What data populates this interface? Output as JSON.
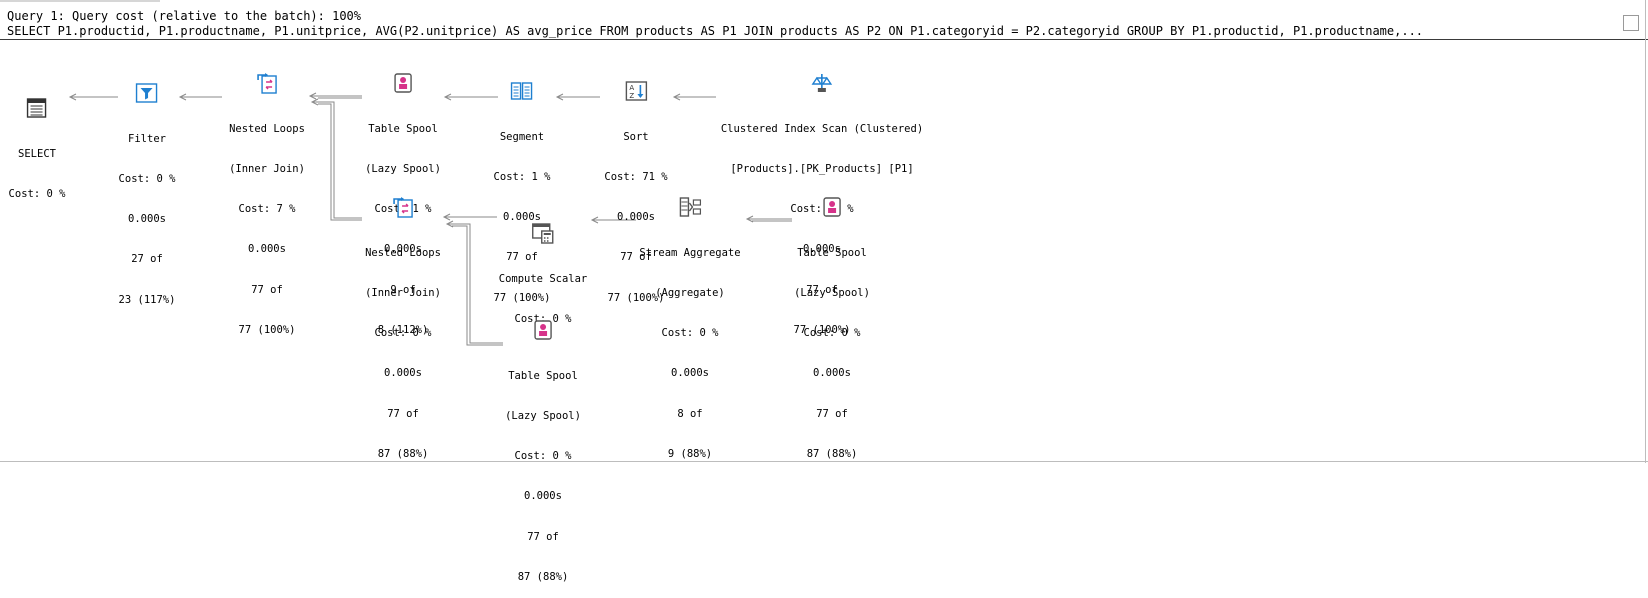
{
  "header": {
    "query_title": "Query 1: Query cost (relative to the batch): 100%",
    "sql_text": "SELECT P1.productid, P1.productname, P1.unitprice, AVG(P2.unitprice) AS avg_price FROM products AS P1 JOIN products AS P2 ON P1.categoryid = P2.categoryid GROUP BY P1.productid, P1.productname,..."
  },
  "nodes": {
    "select": {
      "icon": "select-icon",
      "line1": "SELECT",
      "cost": "Cost: 0 %"
    },
    "filter": {
      "icon": "filter-funnel-icon",
      "line1": "Filter",
      "cost": "Cost: 0 %",
      "time": "0.000s",
      "rows": "27 of",
      "est": "23 (117%)"
    },
    "nested_loops_1": {
      "icon": "nested-loops-icon",
      "line1": "Nested Loops",
      "line2": "(Inner Join)",
      "cost": "Cost: 7 %",
      "time": "0.000s",
      "rows": "77 of",
      "est": "77 (100%)"
    },
    "table_spool_1": {
      "icon": "table-spool-icon",
      "line1": "Table Spool",
      "line2": "(Lazy Spool)",
      "cost": "Cost: 1 %",
      "time": "0.000s",
      "rows": "9 of",
      "est": "8 (112%)"
    },
    "segment": {
      "icon": "segment-icon",
      "line1": "Segment",
      "cost": "Cost: 1 %",
      "time": "0.000s",
      "rows": "77 of",
      "est": "77 (100%)"
    },
    "sort": {
      "icon": "sort-az-icon",
      "line1": "Sort",
      "cost": "Cost: 71 %",
      "time": "0.000s",
      "rows": "77 of",
      "est": "77 (100%)"
    },
    "clustered_scan": {
      "icon": "clustered-index-scan-icon",
      "line1": "Clustered Index Scan (Clustered)",
      "line2": "[Products].[PK_Products] [P1]",
      "cost": "Cost: 20 %",
      "time": "0.000s",
      "rows": "77 of",
      "est": "77 (100%)"
    },
    "nested_loops_2": {
      "icon": "nested-loops-icon",
      "line1": "Nested Loops",
      "line2": "(Inner Join)",
      "cost": "Cost: 0 %",
      "time": "0.000s",
      "rows": "77 of",
      "est": "87 (88%)"
    },
    "compute_scalar": {
      "icon": "compute-scalar-icon",
      "line1": "Compute Scalar",
      "cost": "Cost: 0 %"
    },
    "stream_aggregate": {
      "icon": "stream-aggregate-icon",
      "line1": "Stream Aggregate",
      "line2": "(Aggregate)",
      "cost": "Cost: 0 %",
      "time": "0.000s",
      "rows": "8 of",
      "est": "9 (88%)"
    },
    "table_spool_2": {
      "icon": "table-spool-icon",
      "line1": "Table Spool",
      "line2": "(Lazy Spool)",
      "cost": "Cost: 0 %",
      "time": "0.000s",
      "rows": "77 of",
      "est": "87 (88%)"
    },
    "table_spool_3": {
      "icon": "table-spool-icon",
      "line1": "Table Spool",
      "line2": "(Lazy Spool)",
      "cost": "Cost: 0 %",
      "time": "0.000s",
      "rows": "77 of",
      "est": "87 (88%)"
    }
  },
  "colors": {
    "accent_blue": "#1e7fd0",
    "spool_pink": "#d6338a",
    "arrow_gray": "#8a8a8a",
    "divider": "#3a3a3a"
  }
}
